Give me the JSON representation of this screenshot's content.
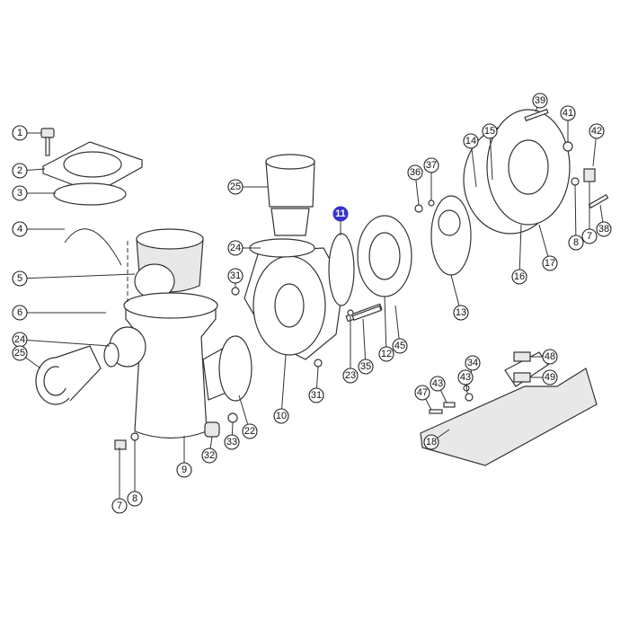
{
  "diagram": {
    "title": "Pump exploded parts view",
    "highlight_color": "#3535c8",
    "highlighted_part": "11",
    "callouts": [
      "1",
      "2",
      "3",
      "4",
      "5",
      "6",
      "24",
      "25",
      "7",
      "8",
      "9",
      "32",
      "33",
      "22",
      "10",
      "31",
      "31",
      "24",
      "25",
      "11",
      "23",
      "35",
      "12",
      "45",
      "36",
      "37",
      "13",
      "14",
      "15",
      "16",
      "17",
      "39",
      "41",
      "42",
      "8",
      "7",
      "38",
      "48",
      "49",
      "34",
      "43",
      "43",
      "47",
      "18"
    ]
  }
}
